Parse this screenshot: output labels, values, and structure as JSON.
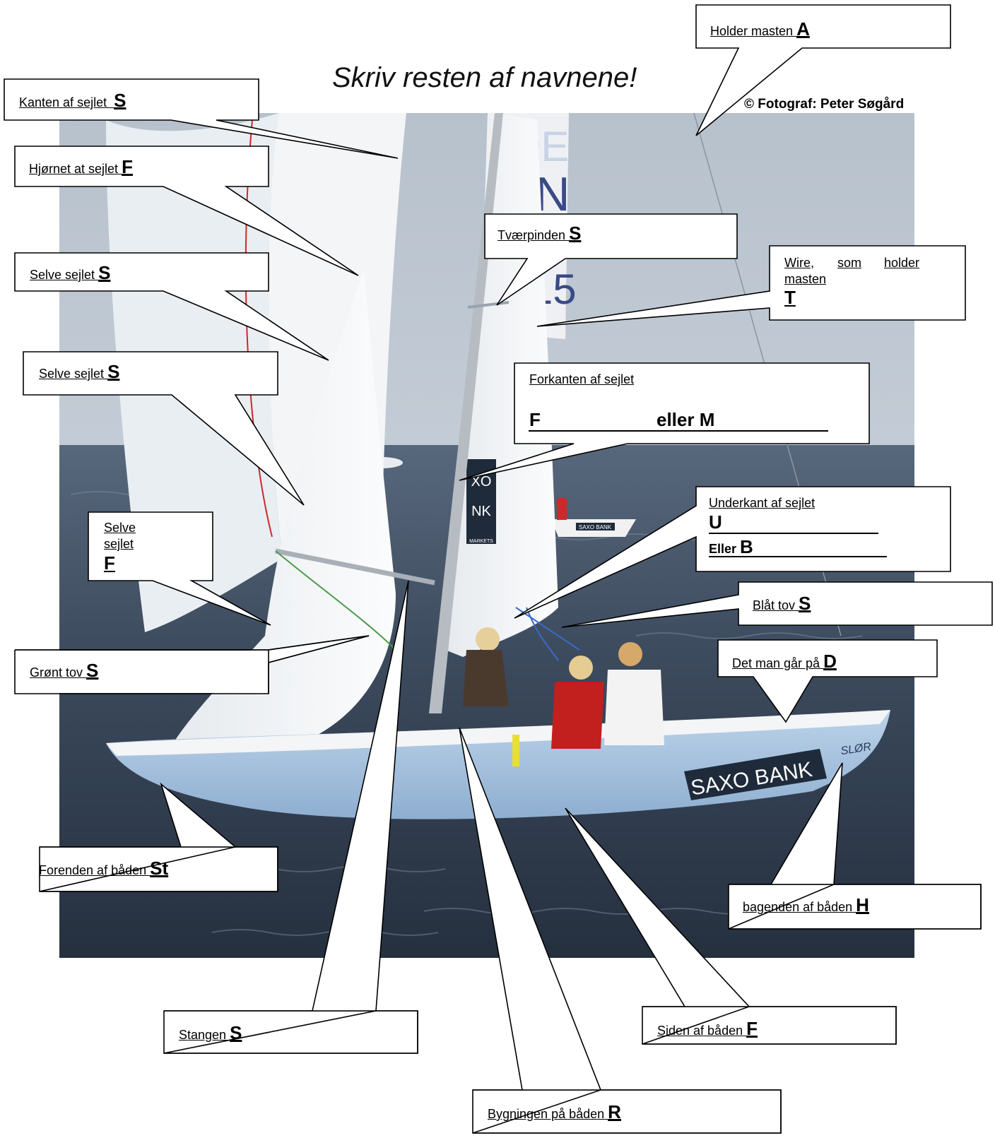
{
  "title": "Skriv resten af navnene!",
  "credit": "© Fotograf: Peter Søgård",
  "colors": {
    "sky": "#c9d2dc",
    "sea": "#3c4a5c",
    "hull": "#a9c4e0",
    "sail": "#f2f4f6",
    "callout_border": "#000000"
  },
  "callouts": {
    "holder_masten": {
      "text": "Holder masten",
      "letter": "A"
    },
    "kanten": {
      "text": "Kanten af sejlet",
      "letter": "S"
    },
    "hjornet": {
      "text": "Hjørnet at sejlet",
      "letter": "F"
    },
    "tvaerpinden": {
      "text": "Tværpinden",
      "letter": "S"
    },
    "wire": {
      "text1": "Wire,",
      "text2": "som",
      "text3": "holder",
      "text4": "masten",
      "letter": "T"
    },
    "selve1": {
      "text": "Selve sejlet",
      "letter": "S"
    },
    "selve2": {
      "text": "Selve sejlet",
      "letter": "S"
    },
    "forkanten": {
      "text": "Forkanten af sejlet",
      "letter1": "F",
      "eller": "eller M"
    },
    "underkant": {
      "text": "Underkant af sejlet",
      "letter1": "U",
      "eller": "Eller",
      "letter2": "B"
    },
    "selve3": {
      "text1": "Selve",
      "text2": "sejlet",
      "letter": "F"
    },
    "blaat": {
      "text": "Blåt tov",
      "letter": "S"
    },
    "gront": {
      "text": "Grønt tov",
      "letter": "S"
    },
    "det_man": {
      "text": "Det man går på",
      "letter": "D"
    },
    "forenden": {
      "text": "Forenden af båden",
      "letter": "St"
    },
    "bagenden": {
      "text": "bagenden af båden",
      "letter": "H"
    },
    "stangen": {
      "text": "Stangen",
      "letter": "S"
    },
    "siden": {
      "text": "Siden af båden",
      "letter": "F"
    },
    "bygningen": {
      "text": "Bygningen på båden",
      "letter": "R"
    }
  },
  "photo_text": {
    "sail_letters_top": "DE",
    "sail_letters_mid": "EN",
    "sail_letters_num": "115",
    "hull_brand": "SAXO BANK",
    "hull_name": "SLØR",
    "jib_brand_1": "XO",
    "jib_brand_2": "NK",
    "jib_brand_3": "MARKETS",
    "rib_brand": "SAXO BANK"
  }
}
